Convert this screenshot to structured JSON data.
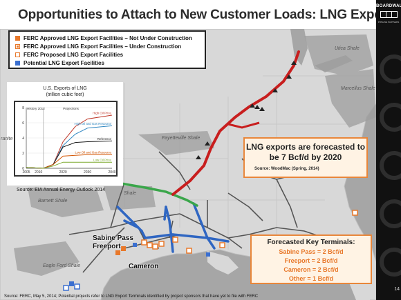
{
  "title": "Opportunities to Attach to New Customer Loads: LNG Exports",
  "brand": {
    "name": "BOARDWALK",
    "tagline": "PIPELINE PARTNERS"
  },
  "page_number": "14",
  "legend": [
    {
      "label": "FERC Approved LNG Export Facilities – Not Under Construction",
      "color": "#e8782a",
      "style": "filled"
    },
    {
      "label": "FERC Approved LNG Export Facilities – Under Construction",
      "color": "#e8782a",
      "style": "marked"
    },
    {
      "label": "FERC Proposed LNG Export Facilities",
      "color": "#e8782a",
      "style": "outline"
    },
    {
      "label": "Potential LNG Export Facilities",
      "color": "#3a6fd0",
      "style": "filled"
    }
  ],
  "inset": {
    "title_line1": "U.S. Exports of LNG",
    "title_line2": "(trillion cubic feet)",
    "history_label": "History 2012",
    "projections_label": "Projections",
    "source": "Source: EIA Annual Energy Outlook 2014",
    "chart_data": {
      "type": "line",
      "x_ticks": [
        "2005",
        "2010",
        "2020",
        "2030",
        "2040"
      ],
      "y_ticks": [
        "0",
        "2",
        "4",
        "6",
        "8"
      ],
      "ylim": [
        0,
        8
      ],
      "series": [
        {
          "name": "High Oil Price",
          "color": "#c0392b",
          "x": [
            2005,
            2012,
            2016,
            2020,
            2025,
            2030,
            2040
          ],
          "y": [
            0.1,
            0.0,
            0.5,
            3.5,
            5.5,
            6.5,
            7.0
          ]
        },
        {
          "name": "High Oil and Gas Resource",
          "color": "#2e86c1",
          "x": [
            2005,
            2012,
            2016,
            2020,
            2025,
            2030,
            2040
          ],
          "y": [
            0.1,
            0.0,
            0.5,
            3.0,
            4.5,
            5.3,
            5.6
          ]
        },
        {
          "name": "Reference",
          "color": "#1a1a1a",
          "x": [
            2005,
            2012,
            2016,
            2020,
            2025,
            2030,
            2040
          ],
          "y": [
            0.1,
            0.0,
            0.5,
            2.8,
            3.4,
            3.5,
            3.6
          ]
        },
        {
          "name": "Low Oil and Gas Resource",
          "color": "#d35400",
          "x": [
            2005,
            2012,
            2016,
            2020,
            2025,
            2030,
            2040
          ],
          "y": [
            0.1,
            0.0,
            0.5,
            1.6,
            1.7,
            1.8,
            1.8
          ]
        },
        {
          "name": "Low Oil Price",
          "color": "#7daa2f",
          "x": [
            2005,
            2012,
            2016,
            2020,
            2025,
            2030,
            2040
          ],
          "y": [
            0.1,
            0.0,
            0.3,
            0.8,
            0.8,
            0.8,
            0.8
          ]
        }
      ]
    }
  },
  "map_labels": {
    "utica": "Utica Shale",
    "marcellus": "Marcellus Shale",
    "fayetteville": "Fayetteville Shale",
    "barnett": "Barnett Shale",
    "eagle_ford": "Eagle Ford Shale",
    "granite": "ranite",
    "shale_fragment": "Shale"
  },
  "terminal_labels": {
    "sabine_pass": "Sabine Pass",
    "freeport": "Freeport",
    "cameron": "Cameron"
  },
  "callout_forecast": {
    "text": "LNG exports are forecasted to be 7 Bcf/d by 2020",
    "source": "Source: WoodMac (Spring, 2014)"
  },
  "callout_terminals": {
    "title": "Forecasted Key Terminals:",
    "items": [
      "Sabine Pass = 2 Bcf/d",
      "Freeport = 2 Bcf/d",
      "Cameron = 2 Bcf/d",
      "Other = 1 Bcf/d"
    ]
  },
  "footnote": "Source: FERC, May 5, 2014; Potential projects refer to LNG Export Terminals identified by project sponsors that have yet to file with FERC",
  "colors": {
    "land": "#d9d9d9",
    "water": "#a3a3a3",
    "pipeline_red": "#c81e1e",
    "pipeline_blue": "#2f66c2",
    "pipeline_green": "#3aa64a",
    "accent_orange": "#e8782a"
  }
}
